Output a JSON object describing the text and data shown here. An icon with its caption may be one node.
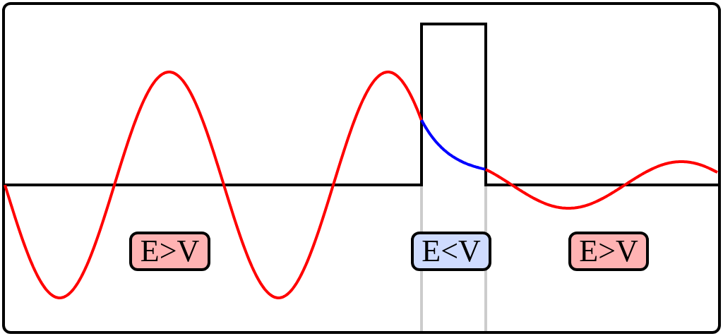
{
  "diagram": {
    "nodes": [
      {
        "text": [
          "E>V"
        ]
      },
      {
        "text": [
          "E<V"
        ]
      },
      {
        "text": [
          "E>V"
        ]
      }
    ]
  }
}
